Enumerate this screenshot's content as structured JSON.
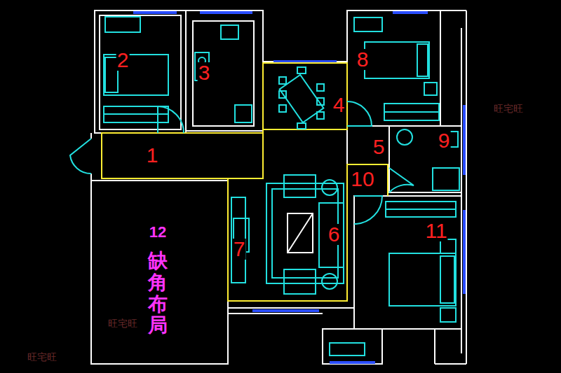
{
  "diagram": {
    "labels": [
      "1",
      "2",
      "3",
      "4",
      "5",
      "6",
      "7",
      "8",
      "9",
      "10",
      "11",
      "12",
      "缺角布局",
      "旺宅旺",
      "旺宅旺",
      "旺宅旺"
    ]
  }
}
